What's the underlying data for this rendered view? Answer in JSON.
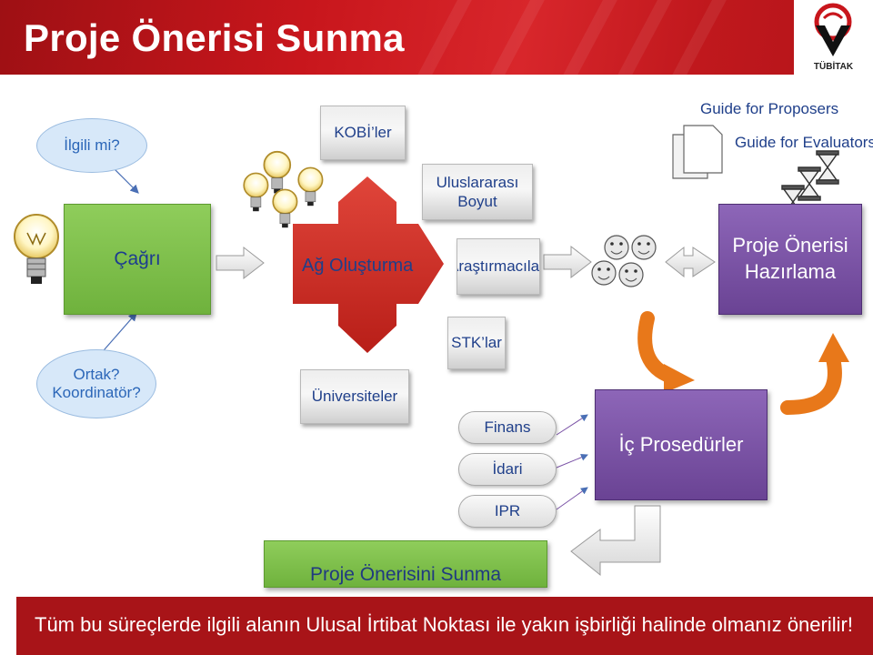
{
  "header": {
    "title": "Proje Önerisi Sunma",
    "logo_text": "TÜBİTAK"
  },
  "questions": {
    "ilgili": "İlgili mi?",
    "ortak_line1": "Ortak?",
    "ortak_line2": "Koordinatör?"
  },
  "nodes": {
    "cagri": "Çağrı",
    "ag_olusturma": "Ağ Oluşturma",
    "kobi": "KOBİ’ler",
    "uluslararasi_line1": "Uluslararası",
    "uluslararasi_line2": "Boyut",
    "arastirmacilar": "Araştırmacılar",
    "stk": "STK’lar",
    "universiteler": "Üniversiteler",
    "proje_hazirlama_line1": "Proje Önerisi",
    "proje_hazirlama_line2": "Hazırlama",
    "ic_prosedurler": "İç Prosedürler",
    "finans": "Finans",
    "idari": "İdari",
    "ipr": "IPR",
    "sunma": "Proje Önerisini Sunma"
  },
  "guides": {
    "proposers": "Guide for Proposers",
    "evaluators": "Guide for Evaluators"
  },
  "footer": {
    "text": "Tüm bu süreçlerde ilgili alanın Ulusal İrtibat Noktası ile yakın işbirliği halinde olmanız önerilir!"
  },
  "colors": {
    "header_red": "#c8161c",
    "green": "#77b843",
    "purple": "#7a52a6",
    "orange": "#e8781a",
    "cross_red": "#d12a22",
    "footer_red": "#a81418"
  }
}
